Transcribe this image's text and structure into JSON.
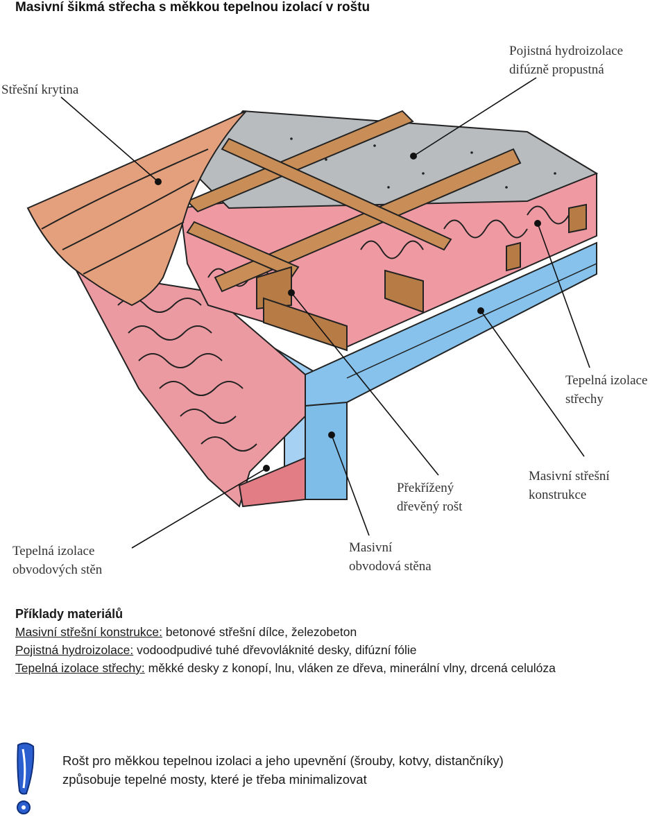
{
  "title": "Masivní šikmá střecha s měkkou tepelnou izolací v roštu",
  "labels": {
    "roof_covering": "Střešní krytina",
    "hydro_line1": "Pojistná hydroizolace",
    "hydro_line2": "difúzně propustná",
    "roof_insul_line1": "Tepelná izolace",
    "roof_insul_line2": "střechy",
    "grid_line1": "Překřížený",
    "grid_line2": "dřevěný rošt",
    "roof_struct_line1": "Masivní střešní",
    "roof_struct_line2": "konstrukce",
    "wall_insul_line1": "Tepelná izolace",
    "wall_insul_line2": "obvodových stěn",
    "wall_line1": "Masivní",
    "wall_line2": "obvodová stěna"
  },
  "examples": {
    "heading": "Příklady materiálů",
    "rows": [
      {
        "term": "Masivní střešní konstrukce:",
        "text": " betonové střešní dílce, železobeton"
      },
      {
        "term": "Pojistná hydroizolace:",
        "text": " vodoodpudivé tuhé dřevovláknité desky, difúzní fólie"
      },
      {
        "term": "Tepelná izolace střechy:",
        "text": " měkké desky z konopí, lnu, vláken ze dřeva, minerální vlny, drcená celulóza"
      }
    ]
  },
  "note": {
    "line1": "Rošt pro měkkou tepelnou izolaci a jeho upevnění (šrouby, kotvy, distančníky)",
    "line2": "způsobuje tepelné mosty, které je třeba minimalizovat"
  },
  "colors": {
    "tile": "#e4a07c",
    "insulation": "#e88f96",
    "concrete": "#8ec8ee",
    "membrane": "#b8b8b8",
    "wood": "#c88e58",
    "warning": "#2b5fcf"
  },
  "icons": {
    "warning": "exclamation-mark-icon"
  }
}
